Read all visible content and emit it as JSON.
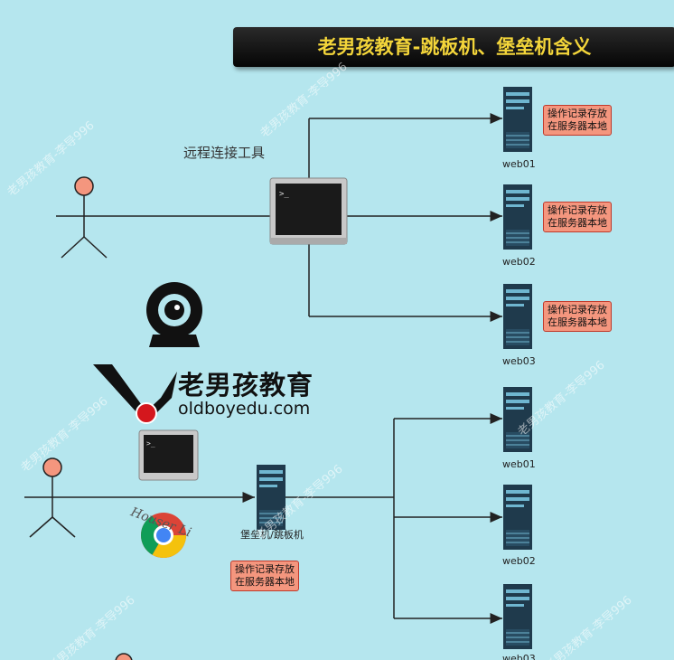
{
  "title": "老男孩教育-跳板机、堡垒机含义",
  "top_section": {
    "connection_label": "远程连接工具",
    "servers": [
      {
        "name": "web01",
        "note": "操作记录存放\n在服务器本地"
      },
      {
        "name": "web02",
        "note": "操作记录存放\n在服务器本地"
      },
      {
        "name": "web03",
        "note": "操作记录存放\n在服务器本地"
      }
    ]
  },
  "brand": {
    "name_cn": "老男孩教育",
    "url": "oldboyedu.com"
  },
  "bottom_section": {
    "bastion_label": "堡垒机/跳板机",
    "bastion_note": "操作记录存放\n在服务器本地",
    "servers": [
      {
        "name": "web01"
      },
      {
        "name": "web02"
      },
      {
        "name": "web03"
      }
    ],
    "signature": "Houser Li"
  },
  "watermark": "老男孩教育-李导996",
  "colors": {
    "background": "#b5e6ee",
    "title_text": "#f3d53a",
    "note_fill": "#f4967e",
    "person_head": "#f4967e",
    "server_body": "#1f3a4c"
  },
  "icons": [
    "person-icon",
    "terminal-icon",
    "server-icon",
    "webcam-icon",
    "oldboy-logo",
    "chrome-icon"
  ]
}
